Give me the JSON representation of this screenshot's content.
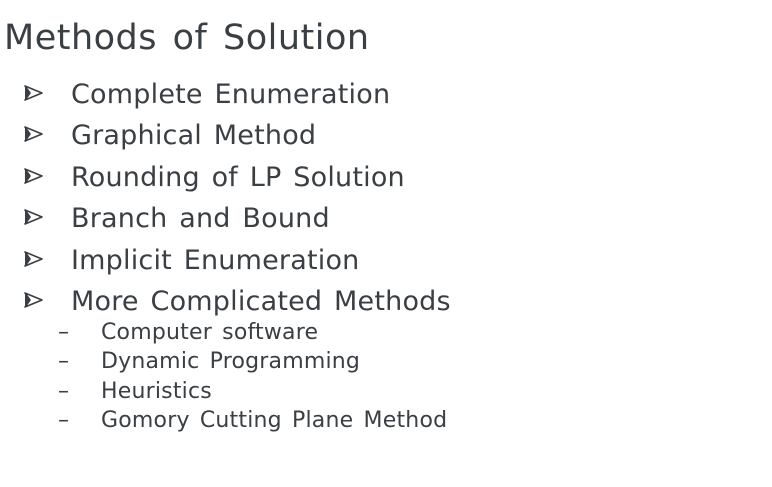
{
  "title": "Methods of Solution",
  "bullets": [
    {
      "label": "Complete Enumeration"
    },
    {
      "label": "Graphical Method"
    },
    {
      "label": "Rounding of LP Solution"
    },
    {
      "label": "Branch and Bound"
    },
    {
      "label": "Implicit Enumeration"
    },
    {
      "label": "More Complicated Methods"
    }
  ],
  "sub_bullets": [
    {
      "dash": "–",
      "label": "Computer software"
    },
    {
      "dash": "–",
      "label": "Dynamic Programming"
    },
    {
      "dash": "–",
      "label": "Heuristics"
    },
    {
      "dash": "–",
      "label": "Gomory Cutting Plane Method"
    }
  ],
  "colors": {
    "text": "#3a3f44",
    "background": "#ffffff"
  },
  "icons": {
    "bullet": "arrowhead-bullet-icon"
  }
}
